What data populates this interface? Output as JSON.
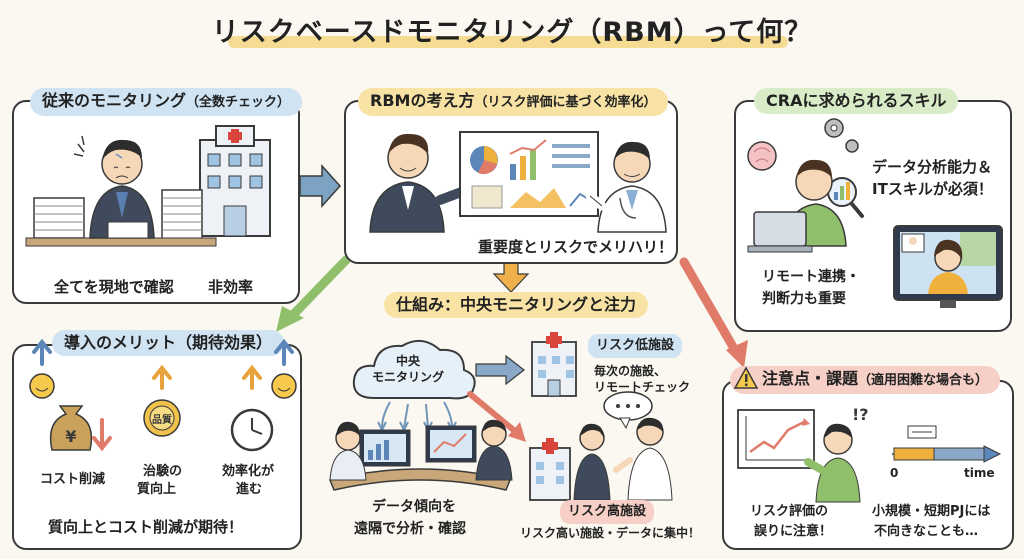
{
  "title": "リスクベースドモニタリング（RBM）って何？",
  "traditional": {
    "heading": "従来のモニタリング",
    "heading_note": "（全数チェック）",
    "caption_left": "全てを現地で確認",
    "caption_right": "非効率"
  },
  "rbm": {
    "heading": "RBMの考え方",
    "heading_note": "（リスク評価に基づく効率化）",
    "caption": "重要度とリスクでメリハリ！"
  },
  "cra": {
    "heading": "CRAに求められるスキル",
    "skill_line1": "データ分析能力＆",
    "skill_line2": "ITスキルが必須！",
    "remote_line1": "リモート連携・",
    "remote_line2": "判断力も重要"
  },
  "mechanism": {
    "heading": "仕組み：中央モニタリングと注力",
    "cloud_line1": "中央",
    "cloud_line2": "モニタリング",
    "low_risk_label": "リスク低施設",
    "low_risk_line1": "毎次の施設、",
    "low_risk_line2": "リモートチェック",
    "analysis_line1": "データ傾向を",
    "analysis_line2": "遠隔で分析・確認",
    "high_risk_label": "リスク高施設",
    "high_risk_desc": "リスク高い施設・データに集中！"
  },
  "benefits": {
    "heading": "導入のメリット（期待効果）",
    "items": [
      {
        "label_line1": "コスト削減",
        "label_line2": ""
      },
      {
        "label_line1": "治験の",
        "label_line2": "質向上"
      },
      {
        "label_line1": "効率化が",
        "label_line2": "進む"
      }
    ],
    "quality_badge": "品質",
    "yen_symbol": "¥",
    "summary": "質向上とコスト削減が期待！"
  },
  "issues": {
    "heading": "注意点・課題",
    "heading_note": "（適用困難な場合も）",
    "timeline_axis_start": "0",
    "timeline_axis_end": "time",
    "left_line1": "リスク評価の",
    "left_line2": "誤りに注意！",
    "right_line1": "小規模・短期PJには",
    "right_line2": "不向きなことも…"
  },
  "colors": {
    "blue_pill": "#cfe3f2",
    "yellow_pill": "#f8e3a5",
    "green_pill": "#d9ecc8",
    "pink_pill": "#f6cfc7",
    "arrow_blue": "#6f95b8",
    "arrow_green": "#8fbf6b",
    "arrow_orange": "#e8a23c",
    "arrow_red": "#e07b6a"
  }
}
